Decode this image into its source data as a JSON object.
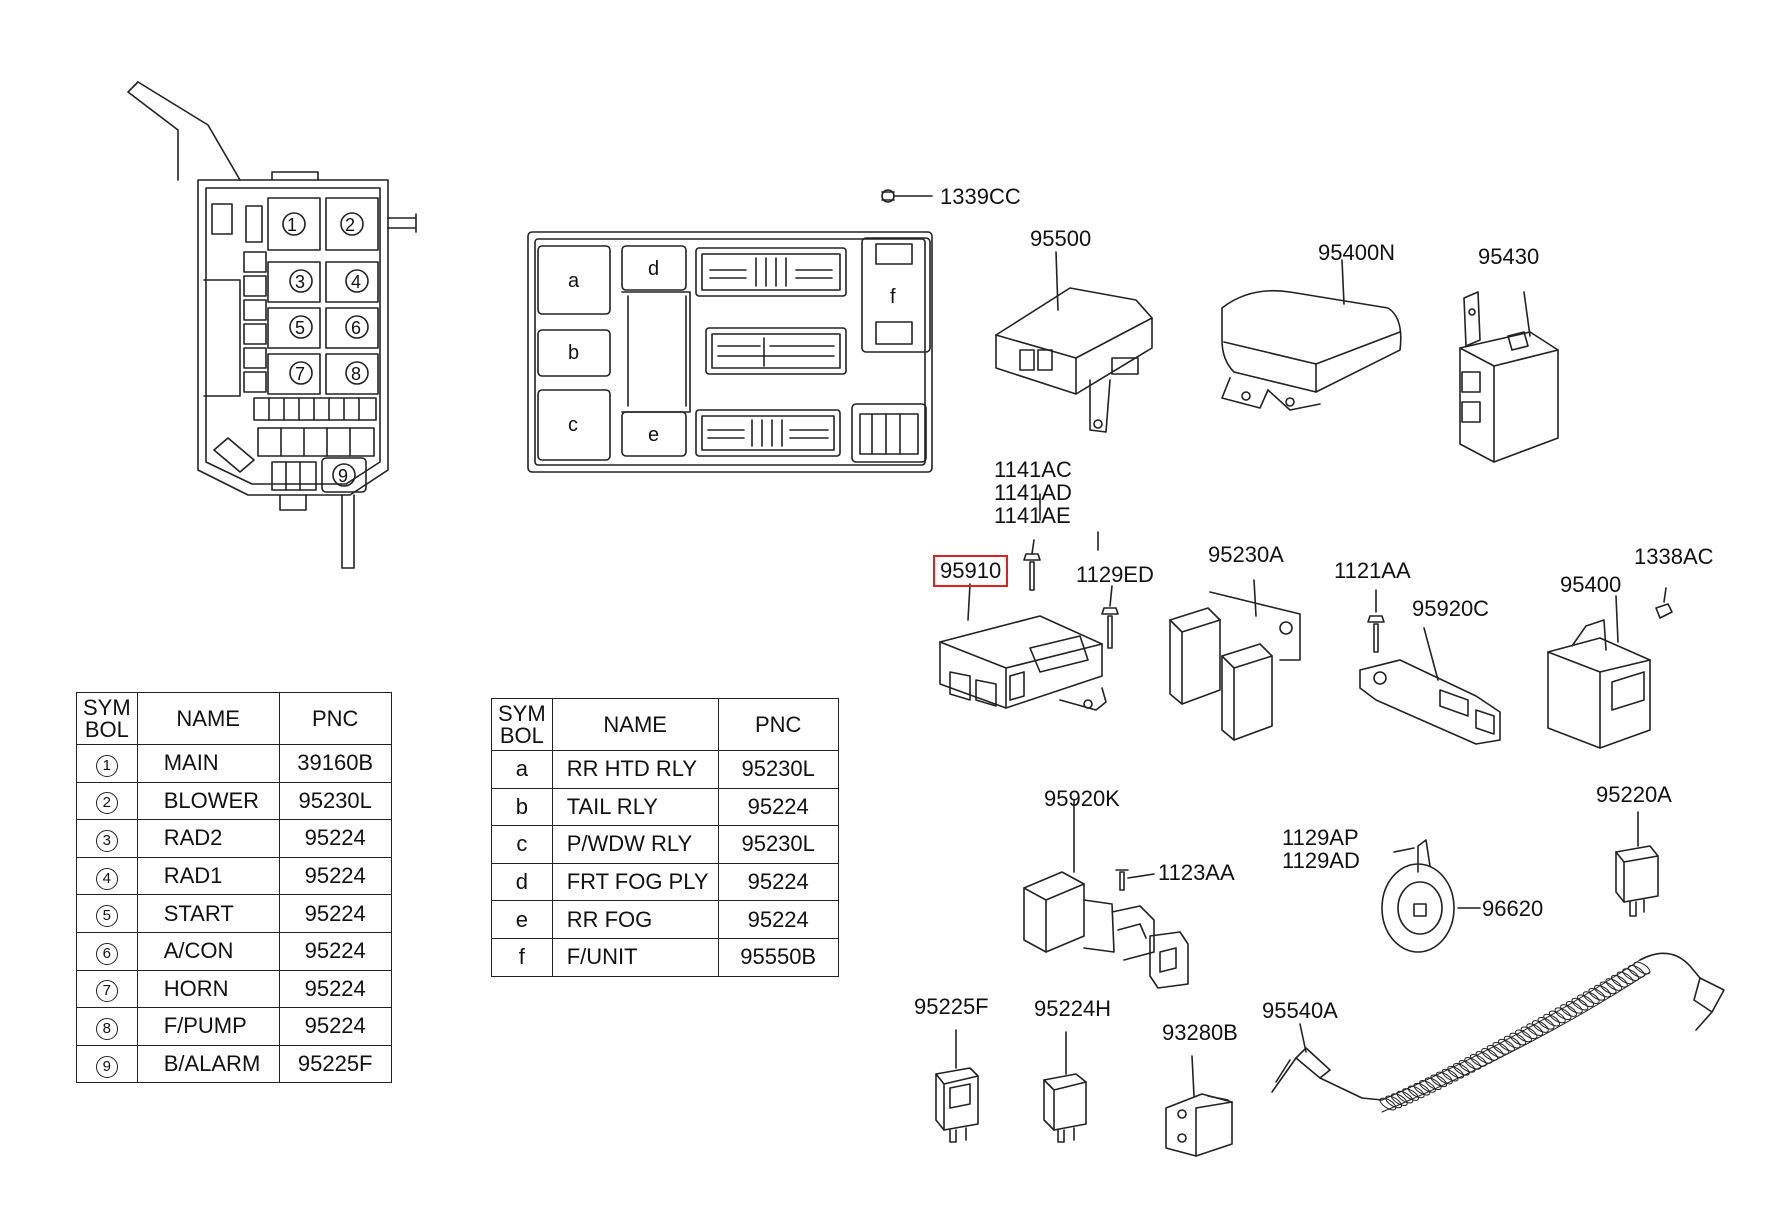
{
  "callouts": {
    "c1339cc": "1339CC",
    "c95500": "95500",
    "c95400n": "95400N",
    "c95430": "95430",
    "c1141": [
      "1141AC",
      "1141AD",
      "1141AE"
    ],
    "c95910": "95910",
    "c1129ed": "1129ED",
    "c95230a": "95230A",
    "c1121aa": "1121AA",
    "c95920c": "95920C",
    "c95400": "95400",
    "c1338ac": "1338AC",
    "c95920k": "95920K",
    "c1123aa": "1123AA",
    "c1129": [
      "1129AP",
      "1129AD"
    ],
    "c96620": "96620",
    "c95220a": "95220A",
    "c95225f": "95225F",
    "c95224h": "95224H",
    "c93280b": "93280B",
    "c95540a": "95540A"
  },
  "highlight_color": "#e02020",
  "fusebox_left": {
    "fuse_numbers": [
      "1",
      "2",
      "3",
      "4",
      "5",
      "6",
      "7",
      "8",
      "9"
    ]
  },
  "junction_box": {
    "slot_letters": [
      "a",
      "b",
      "c",
      "d",
      "e",
      "f"
    ]
  },
  "table_numbered": {
    "headers": [
      "SYM\nBOL",
      "NAME",
      "PNC"
    ],
    "rows": [
      {
        "sym": "1",
        "name": "MAIN",
        "pnc": "39160B"
      },
      {
        "sym": "2",
        "name": "BLOWER",
        "pnc": "95230L"
      },
      {
        "sym": "3",
        "name": "RAD2",
        "pnc": "95224"
      },
      {
        "sym": "4",
        "name": "RAD1",
        "pnc": "95224"
      },
      {
        "sym": "5",
        "name": "START",
        "pnc": "95224"
      },
      {
        "sym": "6",
        "name": "A/CON",
        "pnc": "95224"
      },
      {
        "sym": "7",
        "name": "HORN",
        "pnc": "95224"
      },
      {
        "sym": "8",
        "name": "F/PUMP",
        "pnc": "95224"
      },
      {
        "sym": "9",
        "name": "B/ALARM",
        "pnc": "95225F"
      }
    ]
  },
  "table_lettered": {
    "headers": [
      "SYM\nBOL",
      "NAME",
      "PNC"
    ],
    "rows": [
      {
        "sym": "a",
        "name": "RR HTD RLY",
        "pnc": "95230L"
      },
      {
        "sym": "b",
        "name": "TAIL RLY",
        "pnc": "95224"
      },
      {
        "sym": "c",
        "name": "P/WDW RLY",
        "pnc": "95230L"
      },
      {
        "sym": "d",
        "name": "FRT FOG PLY",
        "pnc": "95224"
      },
      {
        "sym": "e",
        "name": "RR FOG",
        "pnc": "95224"
      },
      {
        "sym": "f",
        "name": "F/UNIT",
        "pnc": "95550B"
      }
    ]
  }
}
